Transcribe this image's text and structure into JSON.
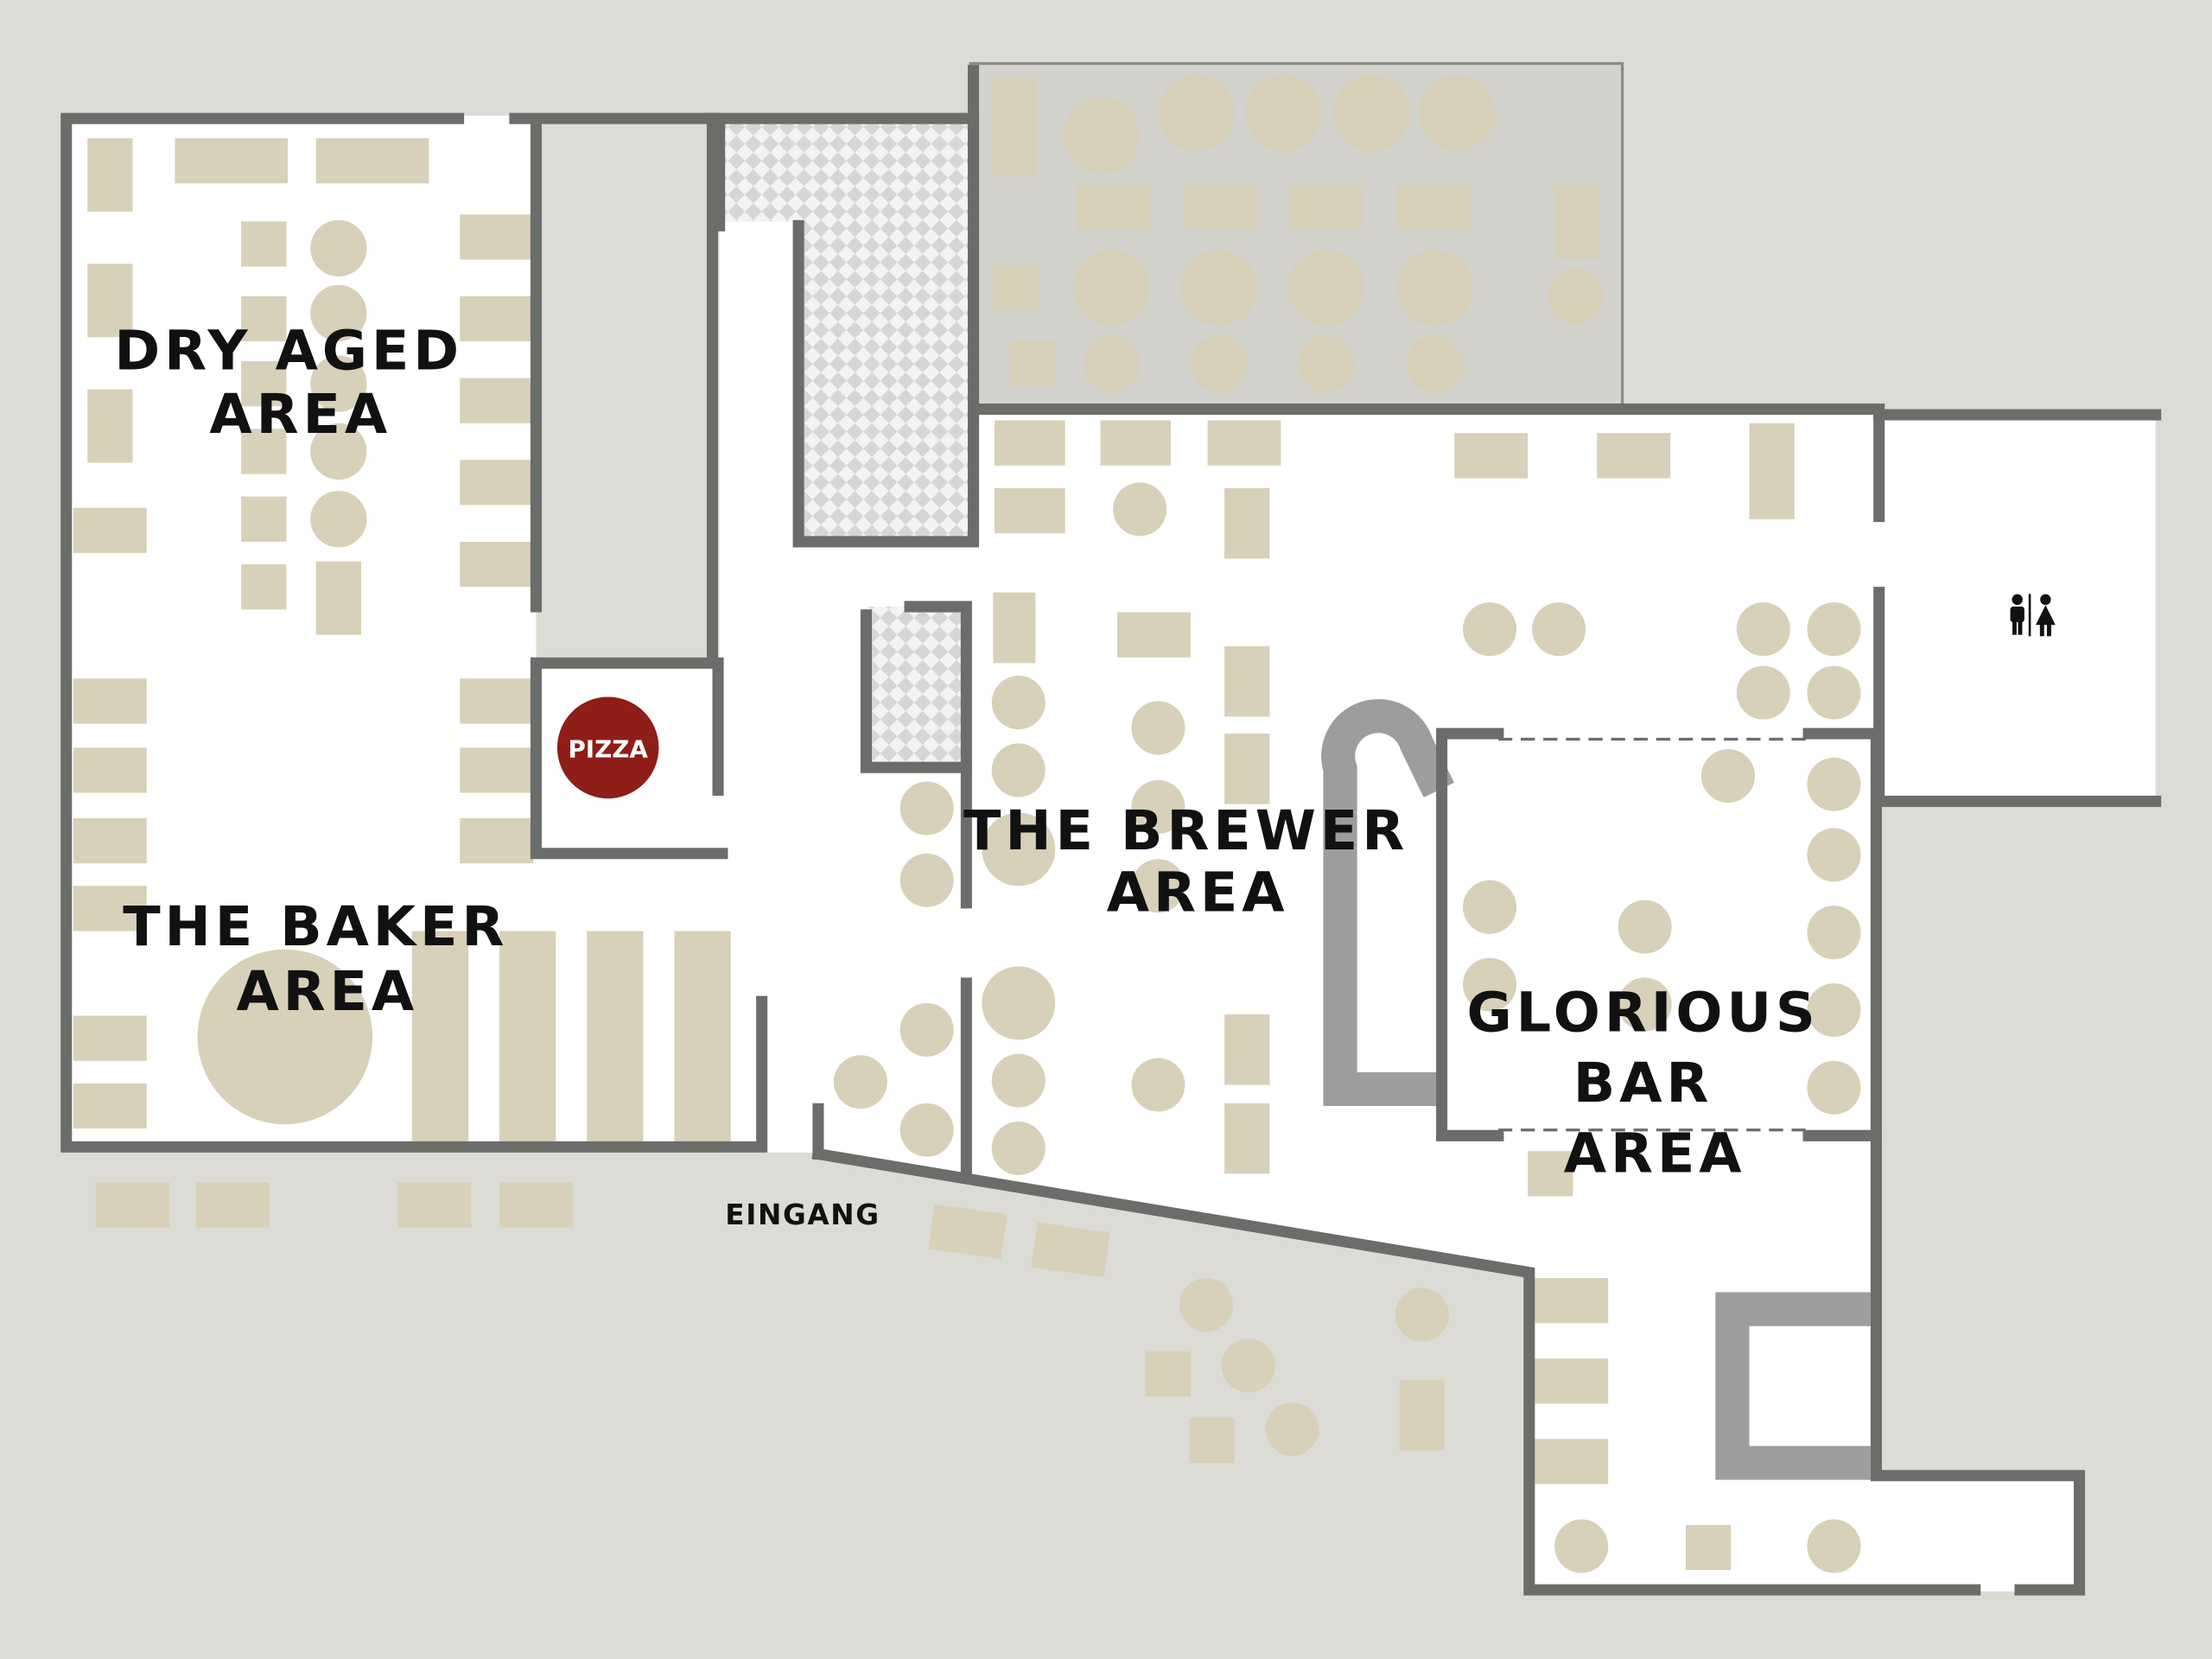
{
  "areas": {
    "dry_aged": [
      "DRY AGED",
      "AREA"
    ],
    "baker": [
      "THE BAKER",
      "AREA"
    ],
    "brewer": [
      "THE BREWER",
      "AREA"
    ],
    "bar": [
      "GLORIOUS",
      "BAR",
      "AREA"
    ]
  },
  "pizza_label": "PIZZA",
  "entrance_label": "EINGANG",
  "restroom_icon": "restroom-icon",
  "colors": {
    "background": "#dcdbd6",
    "floor": "#ffffff",
    "wall": "#6b6d6a",
    "furniture": "#d8d0b8",
    "bar_counter": "#9d9e9b",
    "pizza_oven": "#8f1d18",
    "label": "#111111"
  }
}
